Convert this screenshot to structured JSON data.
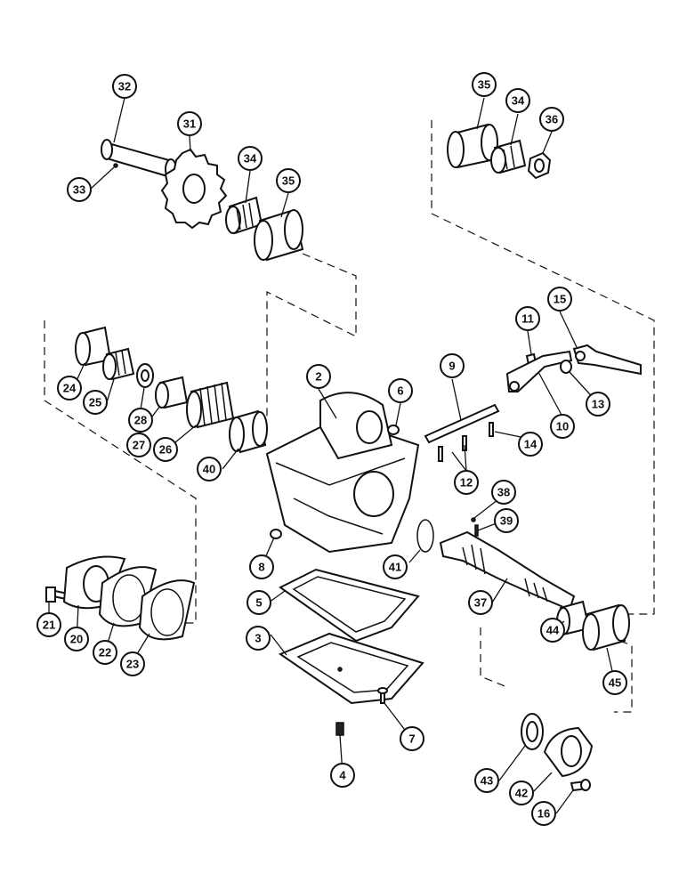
{
  "callouts": [
    {
      "id": "c32",
      "label": "32"
    },
    {
      "id": "c31",
      "label": "31"
    },
    {
      "id": "c33",
      "label": "33"
    },
    {
      "id": "c34a",
      "label": "34"
    },
    {
      "id": "c35a",
      "label": "35"
    },
    {
      "id": "c35b",
      "label": "35"
    },
    {
      "id": "c34b",
      "label": "34"
    },
    {
      "id": "c36",
      "label": "36"
    },
    {
      "id": "c11",
      "label": "11"
    },
    {
      "id": "c15",
      "label": "15"
    },
    {
      "id": "c9",
      "label": "9"
    },
    {
      "id": "c2",
      "label": "2"
    },
    {
      "id": "c6",
      "label": "6"
    },
    {
      "id": "c13",
      "label": "13"
    },
    {
      "id": "c10",
      "label": "10"
    },
    {
      "id": "c14",
      "label": "14"
    },
    {
      "id": "c12",
      "label": "12"
    },
    {
      "id": "c24",
      "label": "24"
    },
    {
      "id": "c25",
      "label": "25"
    },
    {
      "id": "c28",
      "label": "28"
    },
    {
      "id": "c27",
      "label": "27"
    },
    {
      "id": "c26",
      "label": "26"
    },
    {
      "id": "c40",
      "label": "40"
    },
    {
      "id": "c38",
      "label": "38"
    },
    {
      "id": "c39",
      "label": "39"
    },
    {
      "id": "c8",
      "label": "8"
    },
    {
      "id": "c41",
      "label": "41"
    },
    {
      "id": "c5",
      "label": "5"
    },
    {
      "id": "c37",
      "label": "37"
    },
    {
      "id": "c21",
      "label": "21"
    },
    {
      "id": "c20",
      "label": "20"
    },
    {
      "id": "c22",
      "label": "22"
    },
    {
      "id": "c23",
      "label": "23"
    },
    {
      "id": "c3",
      "label": "3"
    },
    {
      "id": "c44",
      "label": "44"
    },
    {
      "id": "c45",
      "label": "45"
    },
    {
      "id": "c7",
      "label": "7"
    },
    {
      "id": "c4",
      "label": "4"
    },
    {
      "id": "c43",
      "label": "43"
    },
    {
      "id": "c42",
      "label": "42"
    },
    {
      "id": "c16",
      "label": "16"
    }
  ]
}
